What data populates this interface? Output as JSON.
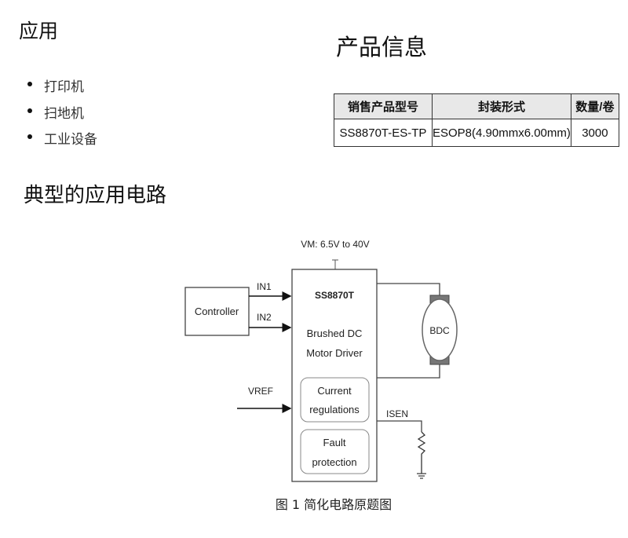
{
  "applications": {
    "title": "应用",
    "items": [
      "打印机",
      "扫地机",
      "工业设备"
    ]
  },
  "product_info": {
    "title": "产品信息",
    "headers": [
      "销售产品型号",
      "封装形式",
      "数量/卷"
    ],
    "rows": [
      [
        "SS8870T-ES-TP",
        "ESOP8(4.90mmx6.00mm)",
        "3000"
      ]
    ]
  },
  "circuit": {
    "title": "典型的应用电路",
    "vm_label": "VM: 6.5V to 40V",
    "controller": "Controller",
    "in1": "IN1",
    "in2": "IN2",
    "vref": "VREF",
    "chip_name": "SS8870T",
    "chip_desc_1": "Brushed DC",
    "chip_desc_2": "Motor Driver",
    "current_1": "Current",
    "current_2": "regulations",
    "fault_1": "Fault",
    "fault_2": "protection",
    "isen": "ISEN",
    "motor": "BDC",
    "caption": "图 1 简化电路原题图"
  }
}
